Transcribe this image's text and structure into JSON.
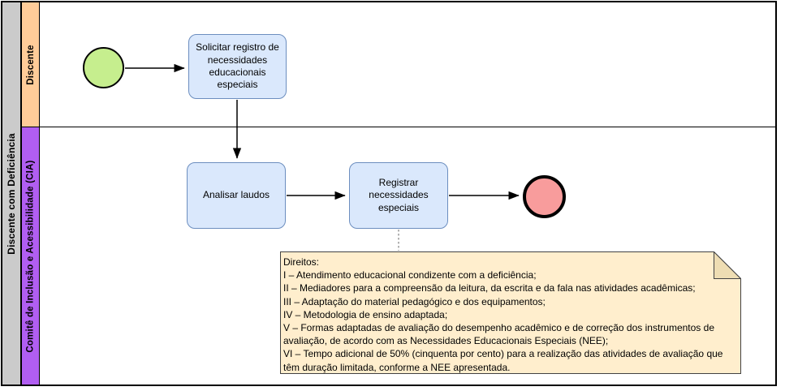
{
  "pool": {
    "label": "Discente com Deficiência",
    "header_color": "#cbcbcb"
  },
  "lanes": [
    {
      "label": "Discente",
      "color": "#ffcc99"
    },
    {
      "label": "Comitê de Inclusão e Acessibilidade (CIA)",
      "color": "#b15ef2"
    }
  ],
  "nodes": {
    "start_event": {
      "kind": "start-event",
      "fill": "#c6ee8e"
    },
    "task_solicitar": {
      "label": "Solicitar registro de necessidades educacionais especiais",
      "fill": "#dae8fc",
      "border": "#6c8ebf"
    },
    "task_analisar": {
      "label": "Analisar laudos",
      "fill": "#dae8fc",
      "border": "#6c8ebf"
    },
    "task_registrar": {
      "label": "Registrar necessidades especiais",
      "fill": "#dae8fc",
      "border": "#6c8ebf"
    },
    "end_event": {
      "kind": "end-event",
      "fill": "#f89c9c"
    }
  },
  "note": {
    "fill": "#ffeecd",
    "fold_fill": "#eeddb3",
    "lines": [
      "Direitos:",
      "I – Atendimento educacional condizente com a deficiência;",
      "II – Mediadores para a compreensão da leitura, da escrita e da fala nas atividades acadêmicas;",
      "III – Adaptação do material pedagógico e dos equipamentos;",
      "IV – Metodologia de ensino adaptada;",
      "V – Formas adaptadas de avaliação do desempenho acadêmico e de correção dos instrumentos de avaliação, de acordo com as Necessidades Educacionais Especiais (NEE);",
      "VI – Tempo adicional de 50% (cinquenta por cento) para a realização das atividades de avaliação que têm duração limitada, conforme a NEE apresentada."
    ]
  }
}
